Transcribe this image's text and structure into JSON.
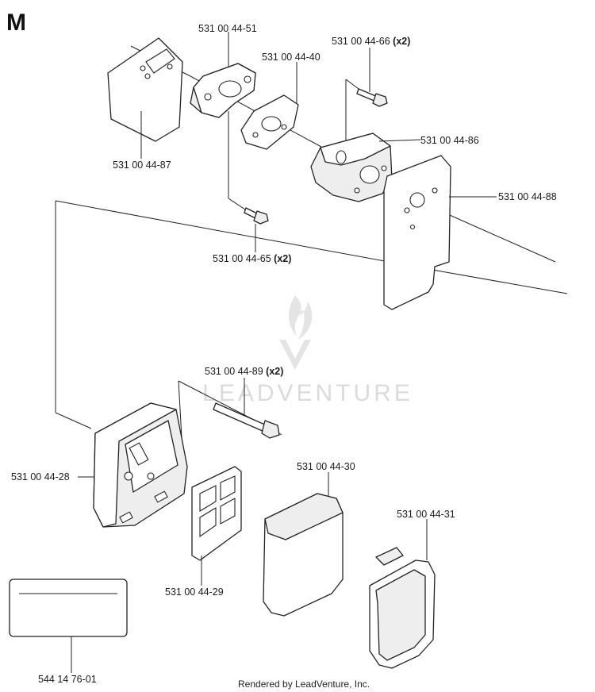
{
  "section_letter": "M",
  "footer": "Rendered by LeadVenture, Inc.",
  "watermark": "LEADVENTURE",
  "callouts": {
    "gasket_top": "531 00 44-87",
    "spacer": "531 00 44-51",
    "gasket_small": "531 00 44-40",
    "screw_top": "531 00 44-66",
    "screw_top_qty": "(x2)",
    "carb_adapter": "531 00 44-86",
    "plate": "531 00 44-88",
    "screw_mid": "531 00 44-65",
    "screw_mid_qty": "(x2)",
    "bolt": "531 00 44-89",
    "bolt_qty": "(x2)",
    "housing": "531 00 44-28",
    "grid": "531 00 44-29",
    "filter": "531 00 44-30",
    "cover": "531 00 44-31",
    "decal": "544 14 76-01"
  },
  "colors": {
    "line": "#222222",
    "watermark": "#d8d8d8"
  }
}
